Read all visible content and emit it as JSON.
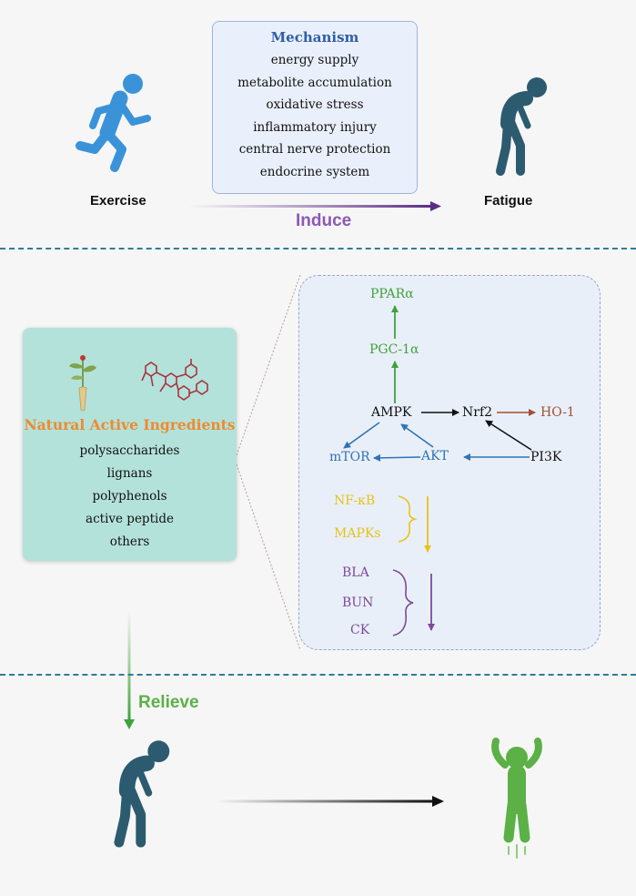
{
  "mechanism": {
    "title": "Mechanism",
    "items": [
      "energy supply",
      "metabolite accumulation",
      "oxidative stress",
      "inflammatory injury",
      "central nerve protection",
      "endocrine system"
    ]
  },
  "top": {
    "exercise": "Exercise",
    "fatigue": "Fatigue",
    "induce": "Induce"
  },
  "natural": {
    "title": "Natural Active Ingredients",
    "items": [
      "polysaccharides",
      "lignans",
      "polyphenols",
      "active peptide",
      "others"
    ]
  },
  "pathway": {
    "ppar": "PPARα",
    "pgc": "PGC-1α",
    "ampk": "AMPK",
    "nrf2": "Nrf2",
    "ho1": "HO-1",
    "mtor": "mTOR",
    "akt": "AKT",
    "pi3k": "PI3K",
    "nfkb": "NF-κB",
    "mapks": "MAPKs",
    "bla": "BLA",
    "bun": "BUN",
    "ck": "CK"
  },
  "bottom": {
    "relieve": "Relieve"
  },
  "colors": {
    "green": "#3ea33a",
    "blue": "#2f74b5",
    "brown": "#a34f36",
    "yellow": "#e8c21b",
    "purple": "#7b4a9c",
    "orange": "#ef8a2d",
    "figure_blue": "#3a93d8",
    "figure_dark": "#2c5b70",
    "figure_green": "#5bb046"
  },
  "icons": [
    "running-person-icon",
    "tired-person-icon",
    "plant-root-icon",
    "molecule-icon",
    "jumping-person-icon"
  ]
}
